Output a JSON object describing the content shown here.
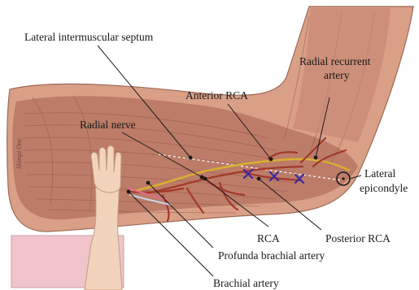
{
  "labels": {
    "lateral_intermuscular_septum": "Lateral intermuscular septum",
    "radial_recurrent_1": "Radial recurrent",
    "radial_recurrent_2": "artery",
    "anterior_rca": "Anterior RCA",
    "radial_nerve": "Radial nerve",
    "lateral_epicondyle_1": "Lateral",
    "lateral_epicondyle_2": "epicondyle",
    "rca": "RCA",
    "posterior_rca": "Posterior RCA",
    "profunda_brachial_artery": "Profunda brachial artery",
    "brachial_artery": "Brachial artery"
  },
  "signature": "Shimpi One",
  "colors": {
    "skin": "#e6c3a6",
    "muscle": "#b67563",
    "muscle_dark": "#8e5241",
    "artery": "#a2392b",
    "nerve": "#d8b02f",
    "marker_x": "#3a2aa0",
    "leader": "#1a1a1a"
  }
}
